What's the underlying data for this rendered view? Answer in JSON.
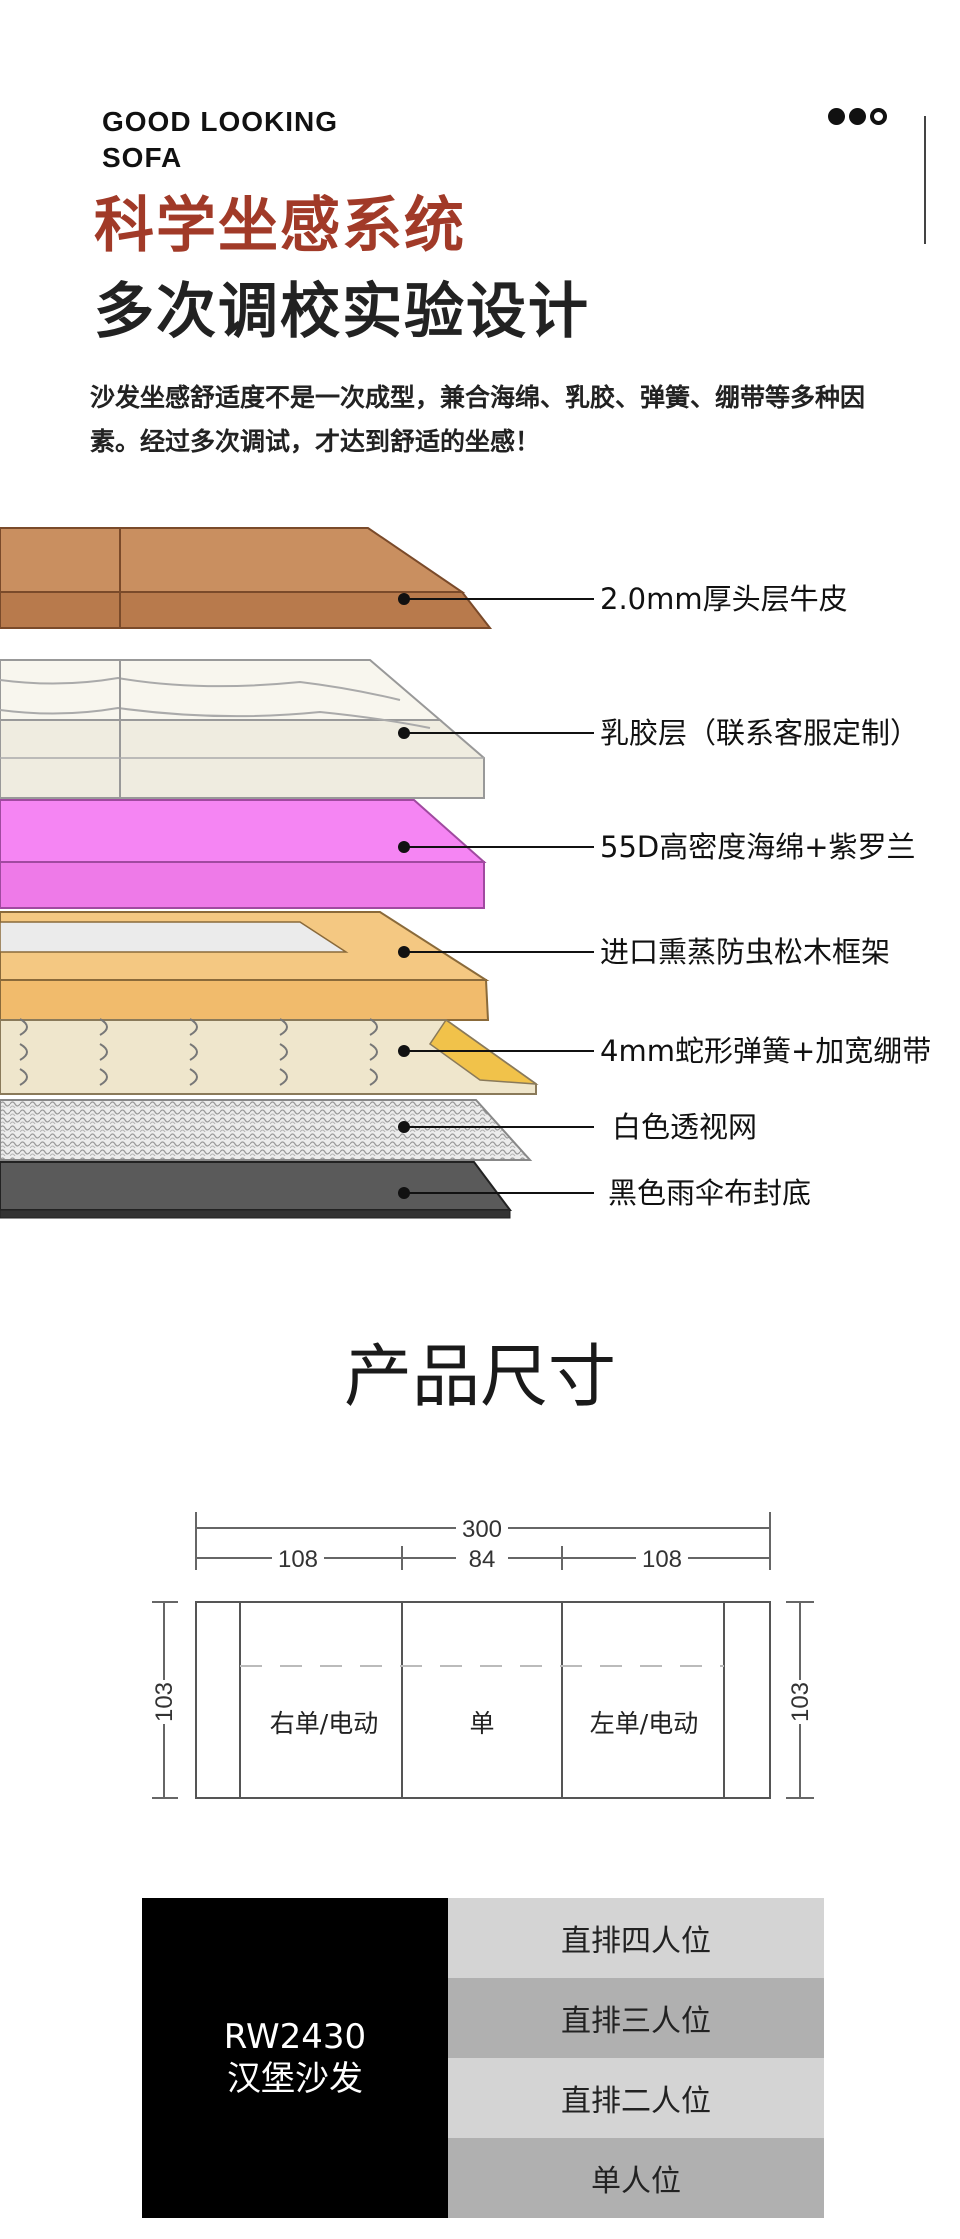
{
  "brand": {
    "line1": "GOOD LOOKING",
    "line2": "SOFA"
  },
  "heading": {
    "title_red": "科学坐感系统",
    "title_dark": "多次调校实验设计",
    "intro": "沙发坐感舒适度不是一次成型，兼合海绵、乳胶、弹簧、绷带等多种因素。经过多次调试，才达到舒适的坐感！"
  },
  "layers": [
    {
      "label": "2.0mm厚头层牛皮",
      "color": "#c48a5c"
    },
    {
      "label": "乳胶层（联系客服定制）",
      "color": "#f6f3ea"
    },
    {
      "label": "55D高密度海绵+紫罗兰",
      "color": "#f58af2"
    },
    {
      "label": "进口熏蒸防虫松木框架",
      "color": "#f3c47c"
    },
    {
      "label": "4mm蛇形弹簧+加宽绷带",
      "color": "#ede3c8"
    },
    {
      "label": "白色透视网",
      "color": "#e6e6e6"
    },
    {
      "label": "黑色雨伞布封底",
      "color": "#555555"
    }
  ],
  "size_section": {
    "title": "产品尺寸",
    "total_width": "300",
    "segment_left": "108",
    "segment_mid": "84",
    "segment_right": "108",
    "depth_left": "103",
    "depth_right": "103",
    "seats": [
      "右单/电动",
      "单",
      "左单/电动"
    ]
  },
  "spec_table": {
    "model": "RW2430",
    "name": "汉堡沙发",
    "rows": [
      "直排四人位",
      "直排三人位",
      "直排二人位",
      "单人位"
    ]
  }
}
